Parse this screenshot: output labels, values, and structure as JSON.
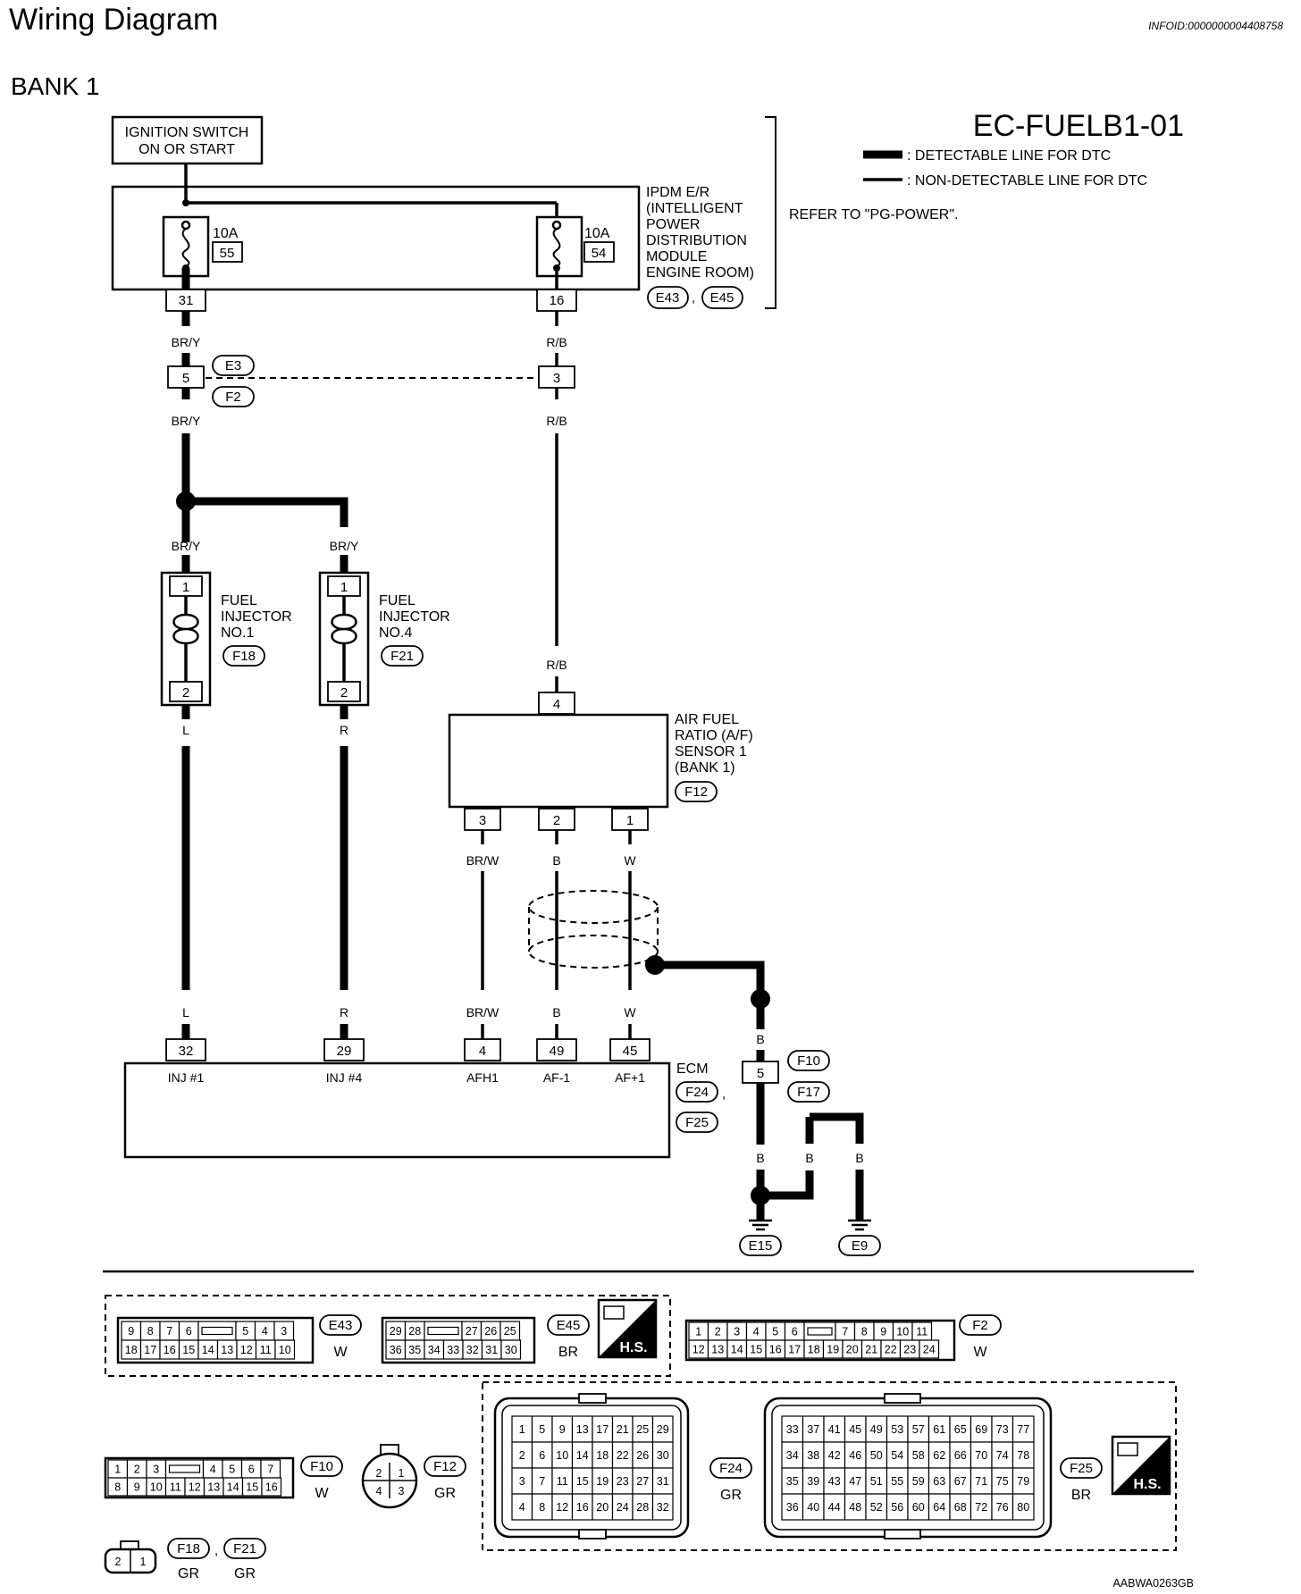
{
  "header": {
    "title": "Wiring Diagram",
    "info_id": "INFOID:0000000004408758",
    "bank": "BANK 1",
    "diagram_code": "EC-FUELB1-01",
    "image_code": "AABWA0263GB"
  },
  "legend": {
    "detectable": ": DETECTABLE LINE FOR DTC",
    "non_detectable": ": NON-DETECTABLE LINE FOR DTC"
  },
  "refer_text": "REFER TO \"PG-POWER\".",
  "ignition": {
    "line1": "IGNITION SWITCH",
    "line2": "ON OR START"
  },
  "ipdm": {
    "lines": [
      "IPDM E/R",
      "(INTELLIGENT",
      "POWER",
      "DISTRIBUTION",
      "MODULE",
      "ENGINE ROOM)"
    ],
    "fuse_left": {
      "rating": "10A",
      "number": "55",
      "pin": "31"
    },
    "fuse_right": {
      "rating": "10A",
      "number": "54",
      "pin": "16"
    },
    "connectors": [
      "E43",
      "E45"
    ]
  },
  "wires": {
    "br_y": "BR/Y",
    "r_b": "R/B",
    "l": "L",
    "r": "R",
    "br_w": "BR/W",
    "b": "B",
    "w": "W"
  },
  "joint_connector": {
    "top": "E3",
    "bottom": "F2",
    "pin_left": "5",
    "pin_right": "3"
  },
  "injector1": {
    "lines": [
      "FUEL",
      "INJECTOR",
      "NO.1"
    ],
    "connector": "F18",
    "pin_top": "1",
    "pin_bottom": "2"
  },
  "injector4": {
    "lines": [
      "FUEL",
      "INJECTOR",
      "NO.4"
    ],
    "connector": "F21",
    "pin_top": "1",
    "pin_bottom": "2"
  },
  "af_sensor": {
    "lines": [
      "AIR FUEL",
      "RATIO (A/F)",
      "SENSOR 1",
      "(BANK 1)"
    ],
    "connector": "F12",
    "pin_top": "4",
    "pins_bottom": [
      "3",
      "2",
      "1"
    ]
  },
  "ecm": {
    "name": "ECM",
    "connectors": [
      "F24",
      "F25"
    ],
    "pins": [
      {
        "num": "32",
        "label": "INJ #1"
      },
      {
        "num": "29",
        "label": "INJ #4"
      },
      {
        "num": "4",
        "label": "AFH1"
      },
      {
        "num": "49",
        "label": "AF-1"
      },
      {
        "num": "45",
        "label": "AF+1"
      }
    ]
  },
  "ground": {
    "conn_top": "F10",
    "conn_bottom": "F17",
    "pin": "5",
    "grounds": [
      "E15",
      "E9"
    ]
  },
  "connector_views": {
    "e43": {
      "id": "E43",
      "color": "W",
      "row1": [
        "9",
        "8",
        "7",
        "6",
        "",
        "5",
        "4",
        "3"
      ],
      "row2": [
        "18",
        "17",
        "16",
        "15",
        "14",
        "13",
        "12",
        "11",
        "10"
      ]
    },
    "e45": {
      "id": "E45",
      "color": "BR",
      "row1": [
        "29",
        "28",
        "",
        "27",
        "26",
        "25"
      ],
      "row2": [
        "36",
        "35",
        "34",
        "33",
        "32",
        "31",
        "30"
      ]
    },
    "hs": "H.S.",
    "f2": {
      "id": "F2",
      "color": "W",
      "row1": [
        "1",
        "2",
        "3",
        "4",
        "5",
        "6",
        "",
        "7",
        "8",
        "9",
        "10",
        "11"
      ],
      "row2": [
        "12",
        "13",
        "14",
        "15",
        "16",
        "17",
        "18",
        "19",
        "20",
        "21",
        "22",
        "23",
        "24"
      ]
    },
    "f10": {
      "id": "F10",
      "color": "W",
      "row1": [
        "1",
        "2",
        "3",
        "",
        "4",
        "5",
        "6",
        "7"
      ],
      "row2": [
        "8",
        "9",
        "10",
        "11",
        "12",
        "13",
        "14",
        "15",
        "16"
      ]
    },
    "f12": {
      "id": "F12",
      "color": "GR",
      "pins": [
        "2",
        "1",
        "4",
        "3"
      ]
    },
    "f24": {
      "id": "F24",
      "color": "GR",
      "cols": [
        [
          "1",
          "2",
          "3",
          "4"
        ],
        [
          "5",
          "6",
          "7",
          "8"
        ],
        [
          "9",
          "10",
          "11",
          "12"
        ],
        [
          "13",
          "14",
          "15",
          "16"
        ],
        [
          "17",
          "18",
          "19",
          "20"
        ],
        [
          "21",
          "22",
          "23",
          "24"
        ],
        [
          "25",
          "26",
          "27",
          "28"
        ],
        [
          "29",
          "30",
          "31",
          "32"
        ]
      ]
    },
    "f25": {
      "id": "F25",
      "color": "BR",
      "cols": [
        [
          "33",
          "34",
          "35",
          "36"
        ],
        [
          "37",
          "38",
          "39",
          "40"
        ],
        [
          "41",
          "42",
          "43",
          "44"
        ],
        [
          "45",
          "46",
          "47",
          "48"
        ],
        [
          "49",
          "50",
          "51",
          "52"
        ],
        [
          "53",
          "54",
          "55",
          "56"
        ],
        [
          "57",
          "58",
          "59",
          "60"
        ],
        [
          "61",
          "62",
          "63",
          "64"
        ],
        [
          "65",
          "66",
          "67",
          "68"
        ],
        [
          "69",
          "70",
          "71",
          "72"
        ],
        [
          "73",
          "74",
          "75",
          "76"
        ],
        [
          "77",
          "78",
          "79",
          "80"
        ]
      ]
    },
    "f18_f21": {
      "ids": [
        "F18",
        "F21"
      ],
      "colors": [
        "GR",
        "GR"
      ],
      "pins": [
        "2",
        "1"
      ]
    }
  }
}
